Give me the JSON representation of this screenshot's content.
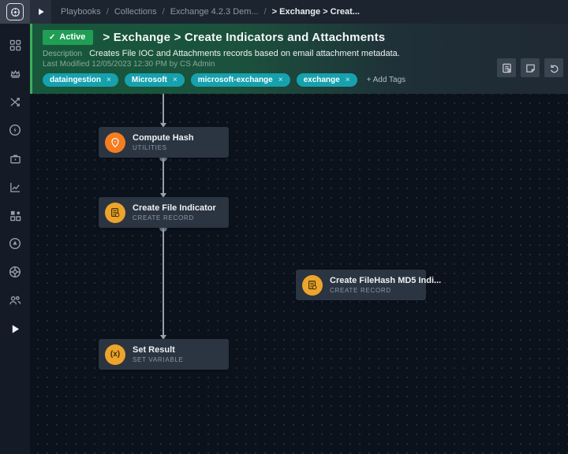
{
  "topbar": {
    "breadcrumb": {
      "items": [
        "Playbooks",
        "Collections",
        "Exchange 4.2.3 Dem...",
        "> Exchange > Creat..."
      ],
      "separator": "/"
    }
  },
  "header": {
    "status_badge": {
      "check": "✓",
      "label": "Active",
      "color": "#1f9e54"
    },
    "title": "> Exchange > Create Indicators and Attachments",
    "description_label": "Description",
    "description": "Creates File IOC and Attachments records based on email attachment metadata.",
    "last_modified": "Last Modified 12/05/2023 12:30 PM by CS Admin",
    "tags": [
      "dataingestion",
      "Microsoft",
      "microsoft-exchange",
      "exchange"
    ],
    "tag_close": "×",
    "add_tags_label": "+ Add Tags",
    "tag_color": "#17a1ae",
    "accent_green": "#3fae5d",
    "buttons": [
      "execution-log",
      "notes",
      "revert"
    ]
  },
  "sidebar": {
    "icons": [
      "app-logo",
      "dashboard",
      "queue-management",
      "connectors",
      "automation",
      "vault",
      "reports",
      "widgets",
      "user-community",
      "settings",
      "people",
      "run"
    ]
  },
  "canvas": {
    "nodes": [
      {
        "title": "Compute Hash",
        "subtitle": "UTILITIES",
        "icon": "pin-icon",
        "color": "#f47d20"
      },
      {
        "title": "Create File Indicator",
        "subtitle": "CREATE RECORD",
        "icon": "record-icon",
        "color": "#eda42c"
      },
      {
        "title": "Create FileHash MD5 Indi...",
        "subtitle": "CREATE RECORD",
        "icon": "record-icon",
        "color": "#eda42c"
      },
      {
        "title": "Set Result",
        "subtitle": "SET VARIABLE",
        "icon": "variable-icon",
        "color": "#eda42c",
        "icon_glyph": "(x)"
      }
    ]
  }
}
